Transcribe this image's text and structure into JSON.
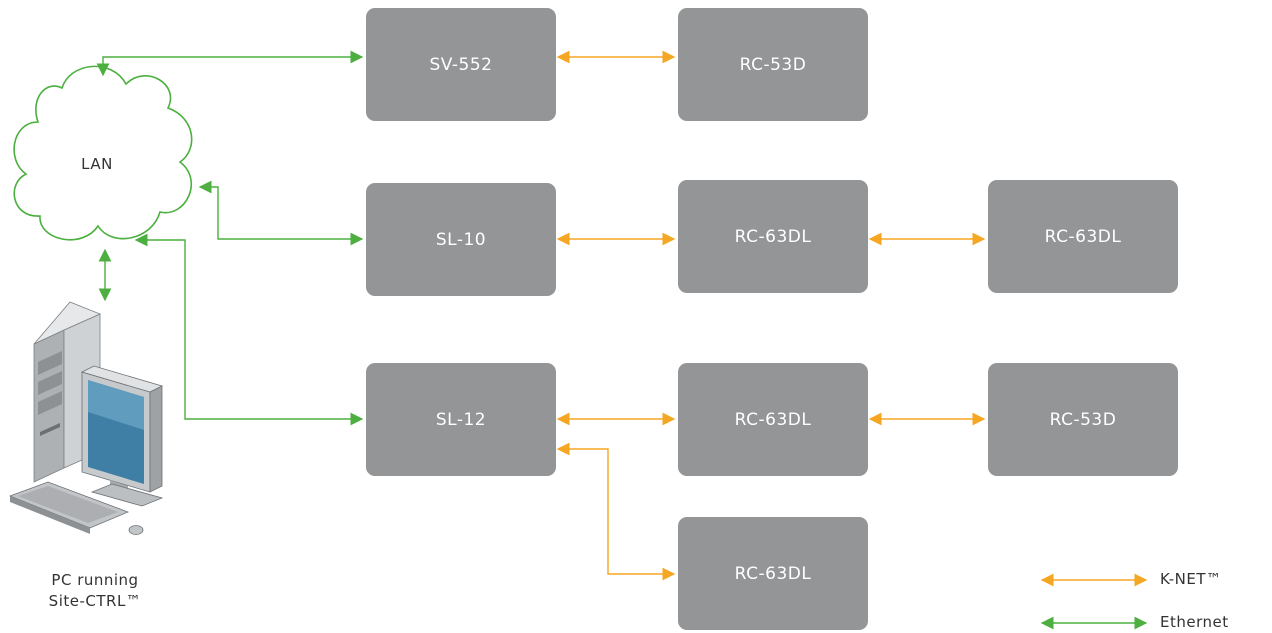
{
  "network": {
    "lan_label": "LAN",
    "pc_label_line1": "PC running",
    "pc_label_line2": "Site-CTRL™"
  },
  "devices": {
    "sv552": "SV-552",
    "rc53d_top": "RC-53D",
    "sl10": "SL-10",
    "rc63dl_row2_a": "RC-63DL",
    "rc63dl_row2_b": "RC-63DL",
    "sl12": "SL-12",
    "rc63dl_row3": "RC-63DL",
    "rc53d_row3": "RC-53D",
    "rc63dl_bottom": "RC-63DL"
  },
  "legend": {
    "knet_label": "K-NET™",
    "ethernet_label": "Ethernet"
  },
  "colors": {
    "knet": "#f5a623",
    "ethernet": "#4caf3f",
    "device_fill": "#949596"
  }
}
